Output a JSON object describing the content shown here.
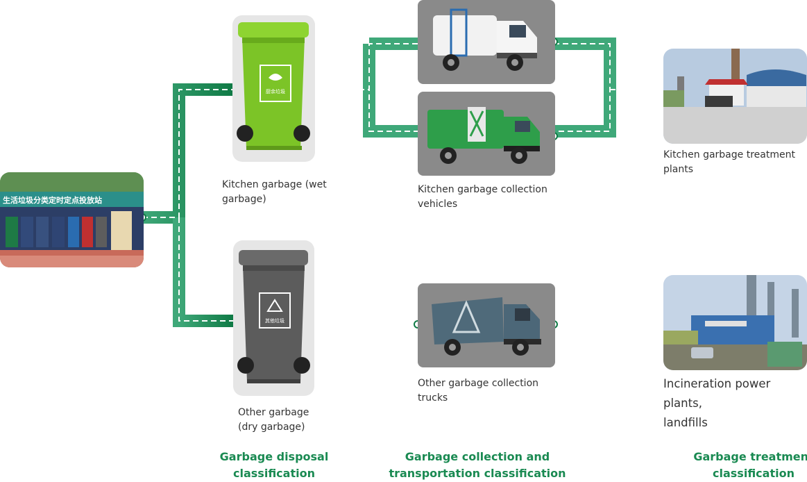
{
  "diagram": {
    "nodes": {
      "station": {
        "label": "",
        "sign_text": "生活垃圾分类定时定点投放站"
      },
      "kitchen_bin": {
        "label": "Kitchen garbage (wet garbage)",
        "line1": "Kitchen garbage (wet",
        "line2": "garbage)",
        "icon": "green-wheelie-bin",
        "bin_text": "厨余垃圾"
      },
      "other_bin": {
        "label": "Other garbage (dry garbage)",
        "line1": "Other garbage",
        "line2": "(dry garbage)",
        "icon": "gray-wheelie-bin",
        "bin_text": "其他垃圾"
      },
      "kitchen_vehicles": {
        "line1": "Kitchen garbage collection",
        "line2": "vehicles",
        "icon": "kitchen-garbage-truck"
      },
      "other_trucks": {
        "line1": "Other garbage collection",
        "line2": "trucks",
        "icon": "compactor-truck"
      },
      "kitchen_plant": {
        "line1": "Kitchen garbage treatment",
        "line2": "plants",
        "icon": "treatment-plant"
      },
      "incineration": {
        "line1": "Incineration power plants,",
        "line2": "landfills",
        "icon": "incineration-plant"
      }
    },
    "headings": {
      "disposal": {
        "line1": "Garbage disposal",
        "line2": "classification"
      },
      "collection": {
        "line1": "Garbage collection and",
        "line2": "transportation classification"
      },
      "treatment": {
        "line1": "Garbage treatment",
        "line2": "classification"
      }
    },
    "colors": {
      "flow_dark": "#0f7a45",
      "flow_light": "#3fa879",
      "heading": "#1a8a52",
      "card_bg": "#8a8a8a",
      "kitchen_bin": "#7cc427",
      "other_bin": "#5c5c5c"
    }
  }
}
